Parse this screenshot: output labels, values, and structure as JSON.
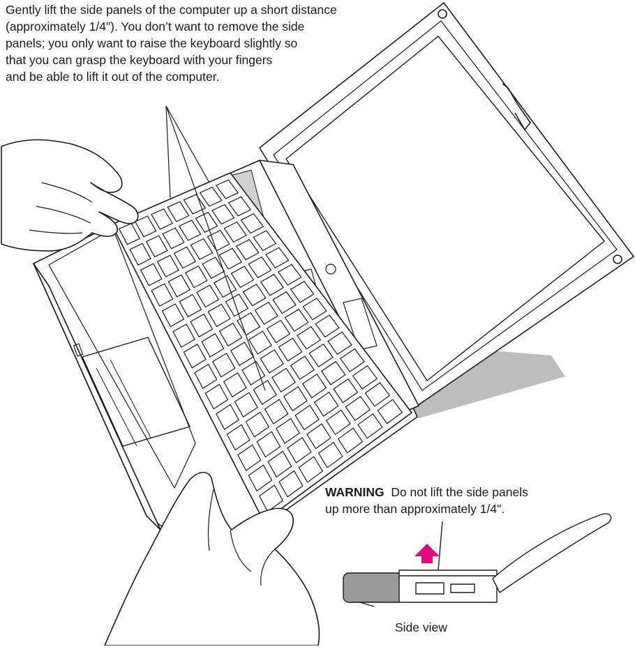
{
  "instruction": {
    "lines": [
      "Gently lift the side panels of the computer up a short distance",
      "(approximately 1/4\"). You don’t want to remove the side",
      "panels; you only want to raise the keyboard slightly so",
      "that you can grasp the keyboard with your fingers",
      "and be able to lift it out of the computer."
    ]
  },
  "warning": {
    "label": "WARNING",
    "line1": "Do not lift the side panels",
    "line2": "up more than approximately 1/4\"."
  },
  "side_view": {
    "caption": "Side view",
    "arrow_color": "#e0067e"
  },
  "colors": {
    "line": "#1a1a1a",
    "shadow": "#bdbdbd",
    "base_shade": "#9a9a9a",
    "arrow": "#e0067e"
  }
}
